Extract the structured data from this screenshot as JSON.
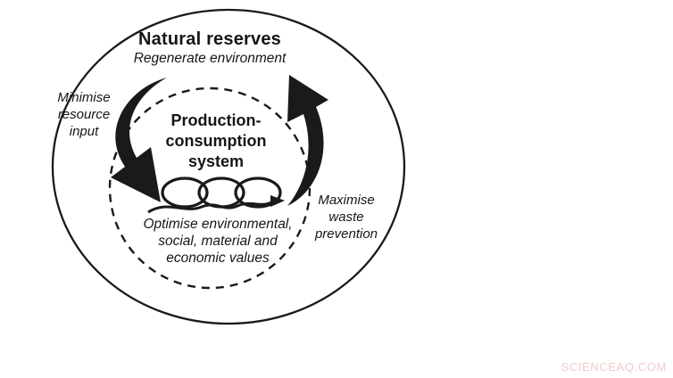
{
  "diagram": {
    "outer_zone": {
      "title": "Natural reserves",
      "subtitle": "Regenerate environment"
    },
    "center_label": "Production-\nconsumption\nsystem",
    "left_label": "Minimise\nresource\ninput",
    "right_label": "Maximise\nwaste\nprevention",
    "bottom_label": "Optimise environmental,\nsocial, material and\neconomic values",
    "shapes": {
      "outer_boundary": "solid-ellipse",
      "inner_boundary": "dashed-circle",
      "left_arrow": "thick-curved-arrow-down",
      "right_arrow": "thick-curved-arrow-up",
      "coil_arrow": "three-loop-coil-arrow-right"
    }
  },
  "watermark": "SCIENCEAQ.COM",
  "colors": {
    "ink": "#1a1a1a",
    "background": "#ffffff",
    "watermark": "#f2cbcb"
  }
}
